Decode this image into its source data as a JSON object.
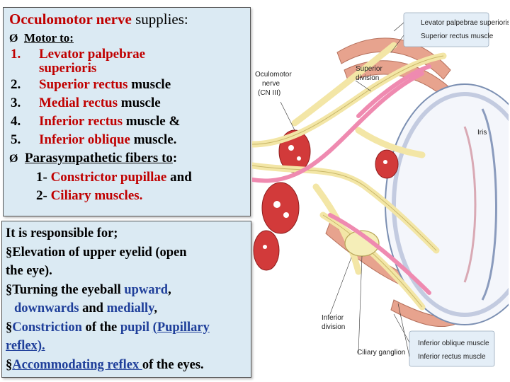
{
  "top_box": {
    "title_prefix": "Occulomotor nerve",
    "title_suffix": " supplies:",
    "motor_marker": "Ø",
    "motor_heading": "Motor to:",
    "muscles": [
      {
        "num": "1.",
        "red": "Levator palpebrae",
        "rest": ""
      },
      {
        "num": "",
        "red": "superioris",
        "rest": ""
      },
      {
        "num": "2.",
        "red": "Superior rectus",
        "rest": " muscle"
      },
      {
        "num": "3.",
        "red": "Medial rectus",
        "rest": " muscle"
      },
      {
        "num": "4.",
        "red": "Inferior rectus",
        "rest": " muscle &"
      },
      {
        "num": "5.",
        "red": "Inferior oblique",
        "rest": " muscle."
      }
    ],
    "para_marker": "Ø",
    "para_heading": "Parasympathetic fibers to",
    "para_colon": ":",
    "para_items": [
      {
        "prefix": "1- ",
        "red": "Constrictor pupillae",
        "rest": " and"
      },
      {
        "prefix": "2- ",
        "red": "Ciliary muscles.",
        "rest": ""
      }
    ]
  },
  "bottom_box": {
    "heading": "It is responsible for;",
    "bullet": "§",
    "elevation_1": "Elevation of  upper eyelid (open",
    "elevation_2": "the eye).",
    "turning_prefix": "Turning the eyeball ",
    "upward": "upward",
    "comma1": ",",
    "downwards": "downwards",
    "and_text": " and ",
    "medially": "medially",
    "comma2": ",",
    "constriction": "Constriction",
    "of_the": " of the ",
    "pupil": "pupil",
    "pupillary_1": "(Pupillary",
    "pupillary_2": "reflex).",
    "accommodating": "Accommodating reflex ",
    "eyes_text": "of the eyes."
  },
  "diagram": {
    "labels": {
      "levator": "Levator palpebrae superioris",
      "superior_rectus": "Superior rectus muscle",
      "oculomotor_1": "Oculomotor",
      "oculomotor_2": "nerve",
      "oculomotor_3": "(CN III)",
      "superior_div_1": "Superior",
      "superior_div_2": "division",
      "iris": "Iris",
      "inferior_div_1": "Inferior",
      "inferior_div_2": "division",
      "ciliary": "Ciliary ganglion",
      "inferior_oblique": "Inferior oblique muscle",
      "inferior_rectus": "Inferior rectus muscle"
    },
    "colors": {
      "box_bg": "#dbeaf3",
      "red_text": "#c00000",
      "blue_text": "#1f3f9a",
      "nerve": "#f3e6a6",
      "artery": "#ef8ab0",
      "muscle": "#e7a38e"
    }
  }
}
